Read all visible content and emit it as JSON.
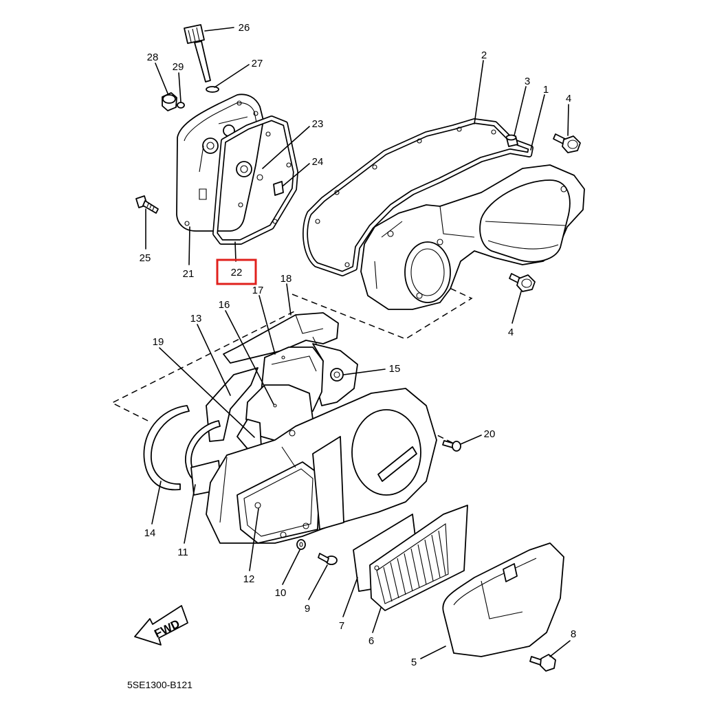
{
  "diagram": {
    "callouts": {
      "p1": "1",
      "p2": "2",
      "p3": "3",
      "p4": "4",
      "p4b": "4",
      "p5": "5",
      "p6": "6",
      "p7": "7",
      "p8": "8",
      "p9": "9",
      "p10": "10",
      "p11": "11",
      "p12": "12",
      "p13": "13",
      "p14": "14",
      "p15": "15",
      "p16": "16",
      "p17": "17",
      "p18": "18",
      "p19": "19",
      "p20": "20",
      "p21": "21",
      "p22": "22",
      "p23": "23",
      "p24": "24",
      "p25": "25",
      "p26": "26",
      "p27": "27",
      "p28": "28",
      "p29": "29"
    },
    "highlighted_callout": "22",
    "forward_mark": "FWD",
    "drawing_code": "5SE1300-B121"
  },
  "colors": {
    "line": "#000000",
    "background": "#ffffff",
    "highlight": "#e0201c"
  }
}
